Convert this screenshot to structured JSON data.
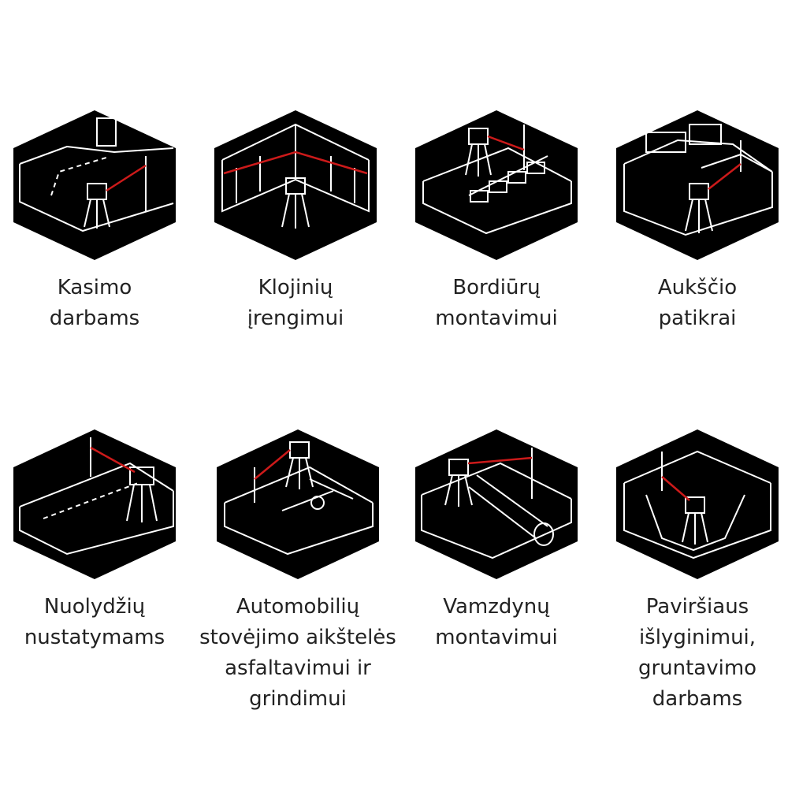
{
  "colors": {
    "hex_fill": "#000000",
    "line": "#ffffff",
    "laser": "#cc1a1a",
    "text": "#222222"
  },
  "tiles": [
    {
      "icon": "excavation-icon",
      "caption": "Kasimo\ndarbams"
    },
    {
      "icon": "formwork-icon",
      "caption": "Klojinių\nįrengimui"
    },
    {
      "icon": "curb-icon",
      "caption": "Bordiūrų\nmontavimui"
    },
    {
      "icon": "height-check-icon",
      "caption": "Aukščio\npatikrai"
    },
    {
      "icon": "slope-icon",
      "caption": "Nuolydžių\nnustatymams"
    },
    {
      "icon": "parking-lot-icon",
      "caption": "Automobilių\nstovėjimo aikštelės\nasfaltavimui ir\ngrindimui"
    },
    {
      "icon": "pipe-laying-icon",
      "caption": "Vamzdynų\nmontavimui"
    },
    {
      "icon": "surface-leveling-icon",
      "caption": "Paviršiaus\nišlyginimui,\ngruntavimo\ndarbams"
    }
  ]
}
